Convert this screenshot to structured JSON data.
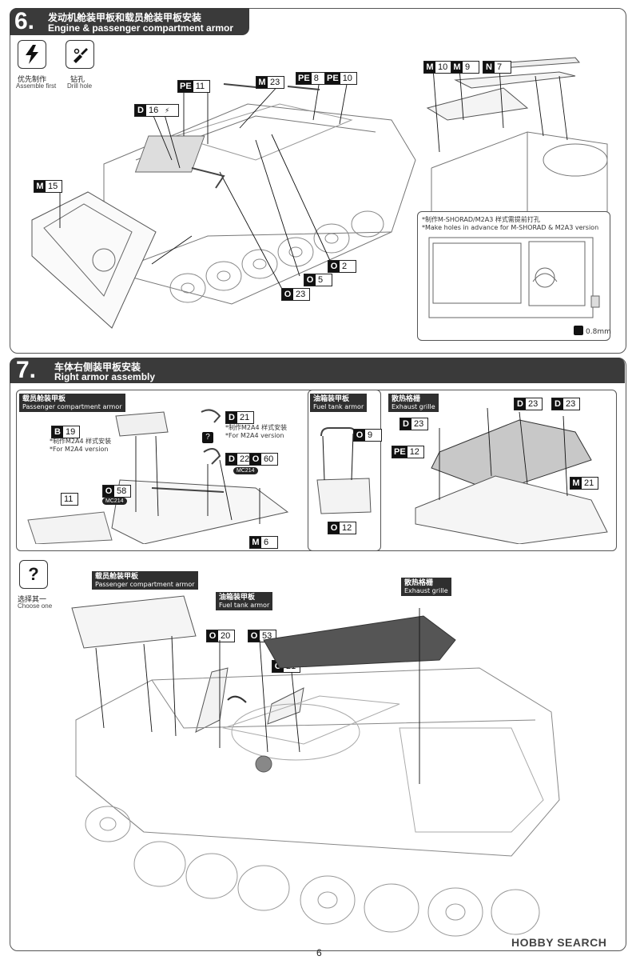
{
  "step6": {
    "number": "6.",
    "title_cn": "发动机舱装甲板和载员舱装甲板安装",
    "title_en": "Engine & passenger compartment armor assembly",
    "icons": [
      {
        "name": "lightning-icon",
        "cn": "优先制作",
        "en": "Assemble first"
      },
      {
        "name": "drill-icon",
        "cn": "钻孔",
        "en": "Drill hole"
      }
    ],
    "parts": {
      "pe11": {
        "s": "PE",
        "n": "11"
      },
      "m23": {
        "s": "M",
        "n": "23"
      },
      "pe8": {
        "s": "PE",
        "n": "8"
      },
      "pe10": {
        "s": "PE",
        "n": "10"
      },
      "d16": {
        "s": "D",
        "n": "16"
      },
      "m15": {
        "s": "M",
        "n": "15"
      },
      "o2": {
        "s": "O",
        "n": "2"
      },
      "o5": {
        "s": "O",
        "n": "5"
      },
      "o23": {
        "s": "O",
        "n": "23"
      },
      "m10": {
        "s": "M",
        "n": "10"
      },
      "m9": {
        "s": "M",
        "n": "9"
      },
      "n7": {
        "s": "N",
        "n": "7"
      }
    },
    "inset_note_cn": "*制作M-SHORAD/M2A3 样式需提前打孔",
    "inset_note_en": "*Make holes in advance for M-SHORAD & M2A3 version",
    "drill_size": "0.8mm"
  },
  "step7": {
    "number": "7.",
    "title_cn": "车体右侧装甲板安装",
    "title_en": "Right armor assembly",
    "groups": {
      "passenger": {
        "cn": "载员舱装甲板",
        "en": "Passenger compartment armor"
      },
      "fuel": {
        "cn": "油箱装甲板",
        "en": "Fuel tank armor"
      },
      "grille": {
        "cn": "散热格栅",
        "en": "Exhaust grille"
      }
    },
    "parts": {
      "b19": {
        "s": "B",
        "n": "19"
      },
      "d21": {
        "s": "D",
        "n": "21"
      },
      "d22": {
        "s": "D",
        "n": "22"
      },
      "o60": {
        "s": "O",
        "n": "60"
      },
      "o58": {
        "s": "O",
        "n": "58"
      },
      "p11": {
        "s": "",
        "n": "11"
      },
      "m6": {
        "s": "M",
        "n": "6"
      },
      "o9": {
        "s": "O",
        "n": "9"
      },
      "o12": {
        "s": "O",
        "n": "12"
      },
      "d23a": {
        "s": "D",
        "n": "23"
      },
      "d23b": {
        "s": "D",
        "n": "23"
      },
      "d23c": {
        "s": "D",
        "n": "23"
      },
      "pe12": {
        "s": "PE",
        "n": "12"
      },
      "m21": {
        "s": "M",
        "n": "21"
      },
      "o20": {
        "s": "O",
        "n": "20"
      },
      "o53": {
        "s": "O",
        "n": "53"
      },
      "o21": {
        "s": "O",
        "n": "21"
      }
    },
    "notes": {
      "b19_cn": "*制作M2A4 样式安装",
      "b19_en": "*For M2A4 version",
      "d21_cn": "*制作M2A4 样式安装",
      "d21_en": "*For M2A4 version"
    },
    "mc_tags": [
      "MC214",
      "MC214"
    ],
    "choose_cn": "选择其一",
    "choose_en": "Choose one"
  },
  "footer": {
    "page_number": "6",
    "watermark": "HOBBY SEARCH"
  }
}
